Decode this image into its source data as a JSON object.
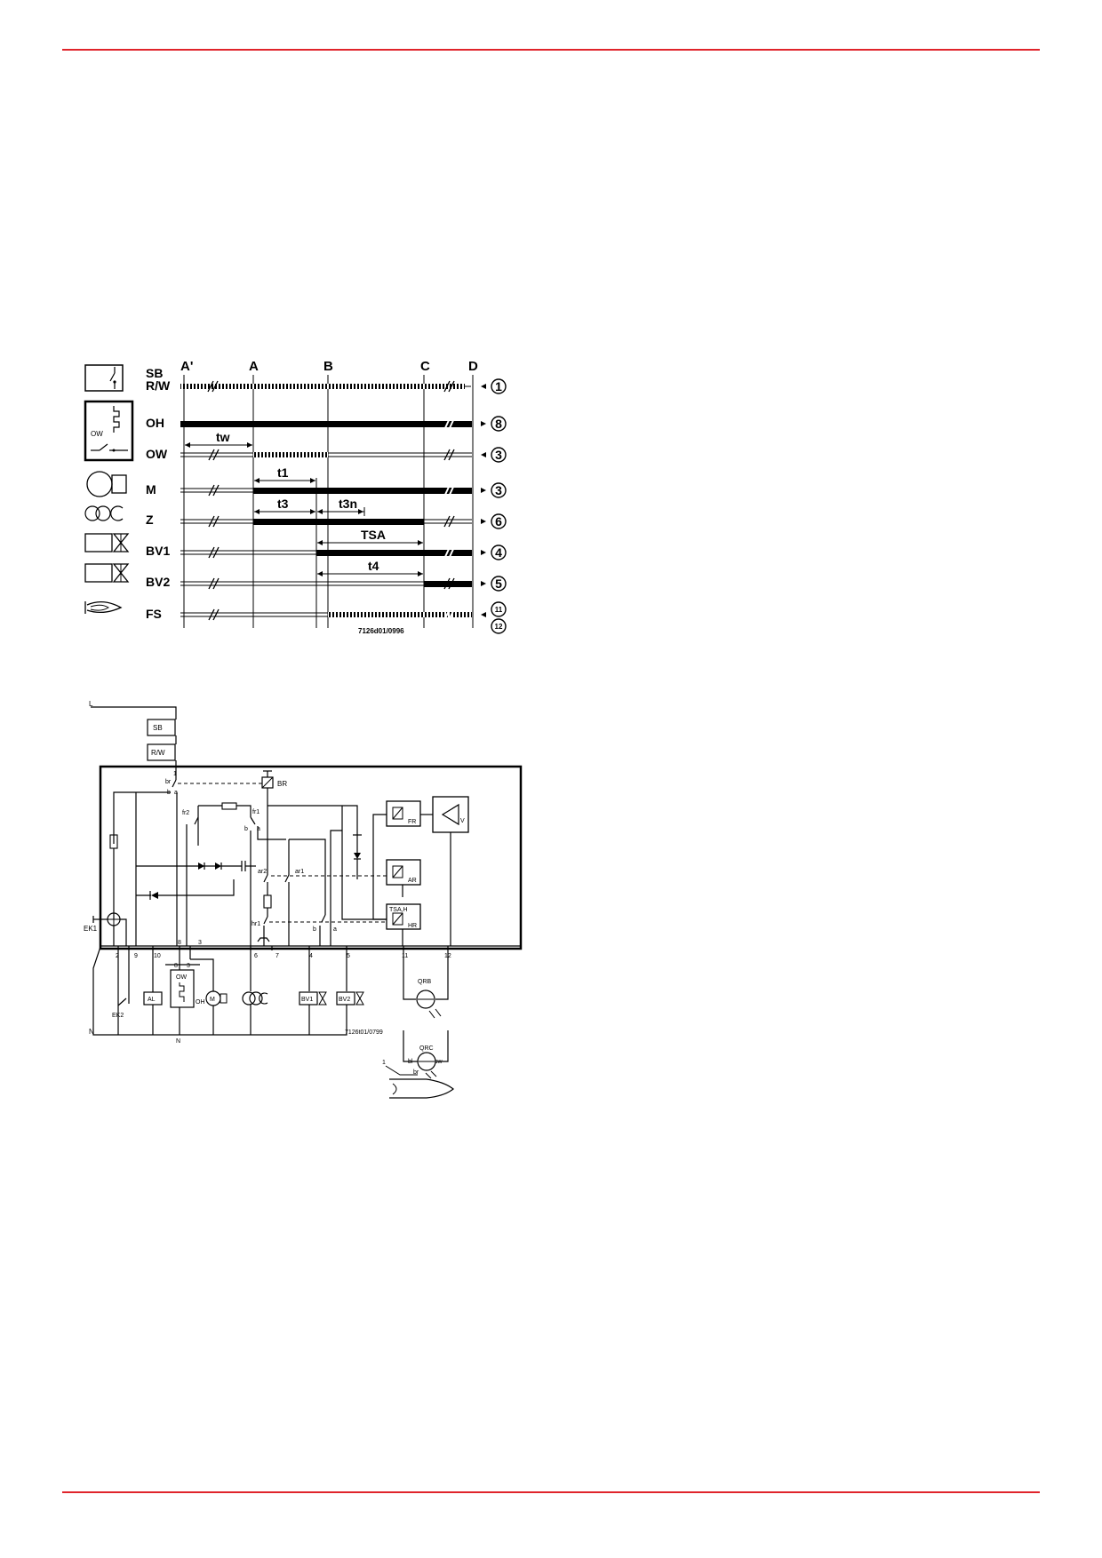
{
  "page": {
    "accent_color": "#e0242b"
  },
  "timing_diagram": {
    "phases": [
      "A'",
      "A",
      "B",
      "C",
      "D"
    ],
    "rows": [
      {
        "label": "SB",
        "label2": "R/W",
        "terminal": "1",
        "icon": "switch-icon"
      },
      {
        "label": "OH",
        "terminal": "8",
        "icon": "oil-preheater-icon"
      },
      {
        "label": "OW",
        "terminal": "3",
        "icon": "oil-preheater-icon"
      },
      {
        "label": "M",
        "terminal": "3",
        "icon": "motor-icon"
      },
      {
        "label": "Z",
        "terminal": "6",
        "icon": "ignition-transformer-icon"
      },
      {
        "label": "BV1",
        "terminal": "4",
        "icon": "fuel-valve-icon"
      },
      {
        "label": "BV2",
        "terminal": "5",
        "icon": "fuel-valve-icon"
      },
      {
        "label": "FS",
        "terminal": "11",
        "terminal2": "12",
        "icon": "flame-icon"
      }
    ],
    "icon_ow_text": "OW",
    "interval_labels": {
      "tw": "tw",
      "t1": "t1",
      "t3": "t3",
      "t3n": "t3n",
      "tsa": "TSA",
      "t4": "t4"
    },
    "code": "7126d01/0996"
  },
  "wiring_diagram": {
    "supply_L": "L",
    "supply_N": "N",
    "boxes": {
      "sb": "SB",
      "rw": "R/W",
      "al": "AL",
      "bv1": "BV1",
      "bv2": "BV2"
    },
    "relay_labels": {
      "br": "BR",
      "fr": "FR",
      "ar": "AR",
      "hr": "HR",
      "v": "V",
      "tsah": "TSA,H"
    },
    "contact_labels": {
      "br": "br",
      "fr2": "fr2",
      "fr1": "fr1",
      "ar2": "ar2",
      "ar1": "ar1",
      "hr1": "hr1",
      "b": "b",
      "a": "a"
    },
    "terminals": [
      "2",
      "9",
      "10",
      "8",
      "3",
      "6",
      "7",
      "4",
      "5",
      "11",
      "12"
    ],
    "top_terminal": "1",
    "components": {
      "ek1": "EK1",
      "ek2": "EK2",
      "ow": "OW",
      "oh": "OH",
      "m": "M",
      "n_under": "N",
      "qrb": "QRB",
      "qrc": "QRC",
      "one": "1",
      "bl": "bl",
      "sw": "sw",
      "br_wire": "br"
    },
    "code": "7126t01/0799"
  }
}
